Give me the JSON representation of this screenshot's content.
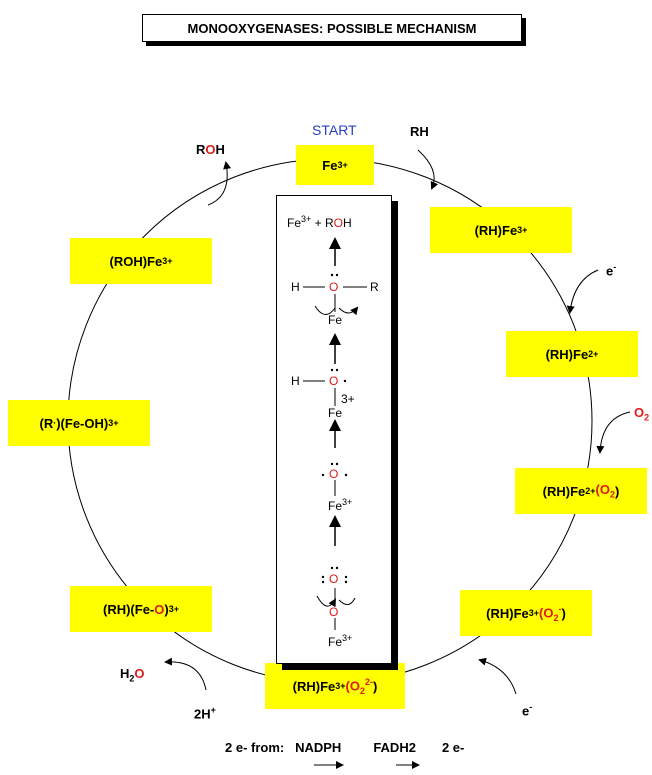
{
  "title": "MONOOXYGENASES:  POSSIBLE MECHANISM",
  "start_label": "START",
  "states": {
    "fe3": {
      "pre": "Fe",
      "sup": "3+"
    },
    "rh_fe3": {
      "pre": "(RH)Fe",
      "sup": "3+"
    },
    "rh_fe2": {
      "pre": "(RH)Fe",
      "sup": "2+"
    },
    "rh_fe2_o2": {
      "pre": "(RH)Fe",
      "sup": "2+",
      "mid": "(O",
      "sub": "2",
      "end": ")"
    },
    "rh_fe3_o2m": {
      "pre": "(RH)Fe",
      "sup": "3+",
      "mid": "(O",
      "sub": "2",
      "sup2": "-",
      "end": ")"
    },
    "rh_fe3_o22m": {
      "pre": "(RH)Fe",
      "sup": "3+",
      "mid": "(O",
      "sub": "2",
      "sup2": "2-",
      "end": ")"
    },
    "rh_feo": {
      "pre": "(RH)(Fe-",
      "o": "O",
      "end": ")",
      "sup": "3+"
    },
    "r_feoh": {
      "pre": "(R",
      "dot": "·",
      "mid": ")(Fe-OH)",
      "sup": "3+"
    },
    "roh_fe3": {
      "pre": "(ROH)Fe",
      "sup": "3+"
    }
  },
  "labels": {
    "rh": "RH",
    "roh_r": "R",
    "roh_o": "O",
    "roh_h": "H",
    "e1": "e",
    "e1_sup": "-",
    "o2": "O",
    "o2_sub": "2",
    "e2": "e",
    "e2_sup": "-",
    "h2o_h": "H",
    "h2o_sub": "2",
    "h2o_o": "O",
    "two_h": "2H",
    "two_h_sup": "+"
  },
  "panel": {
    "product_fe": "Fe",
    "product_sup": "3+",
    "product_plus": " + R",
    "product_o": "O",
    "product_h": "H",
    "s1_h": "H",
    "s1_o": "O",
    "s1_r": "R",
    "s1_fe": "Fe",
    "s2_h": "H",
    "s2_o": "O",
    "s2_fe": "Fe",
    "s2_charge": "3+",
    "s3_o": "O",
    "s3_fe": "Fe",
    "s3_sup": "3+",
    "s4_o1": "O",
    "s4_o2": "O",
    "s4_fe": "Fe",
    "s4_sup": "3+"
  },
  "footer": {
    "prefix": "2 e- from:",
    "nadph": "NADPH",
    "fadh2": "FADH2",
    "result": "2 e-"
  }
}
